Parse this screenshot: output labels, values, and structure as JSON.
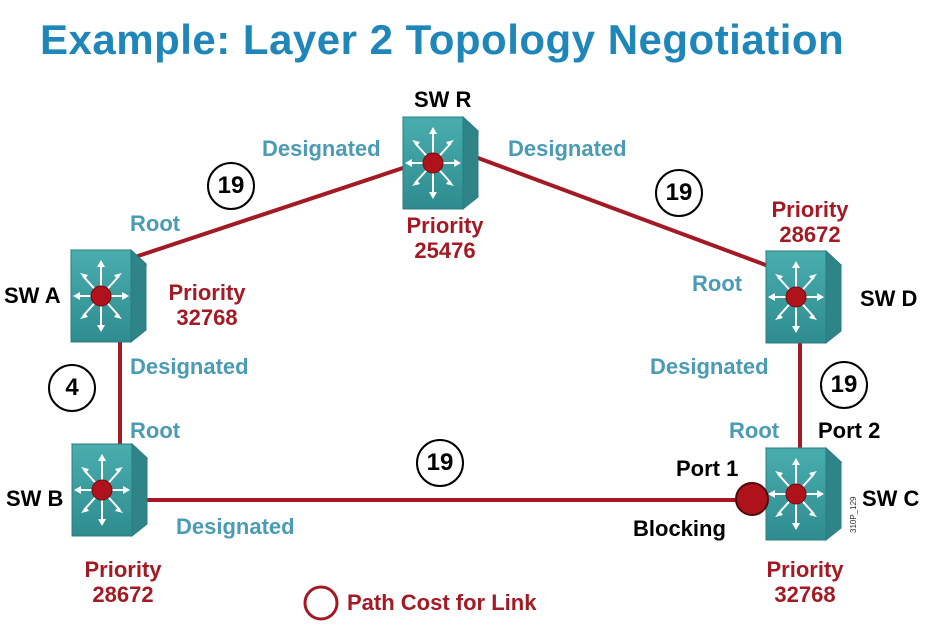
{
  "title": "Example: Layer 2 Topology Negotiation",
  "switches": {
    "r": {
      "name": "SW R",
      "priority_label": "Priority",
      "priority": "25476"
    },
    "a": {
      "name": "SW A",
      "priority_label": "Priority",
      "priority": "32768"
    },
    "b": {
      "name": "SW B",
      "priority_label": "Priority",
      "priority": "28672"
    },
    "c": {
      "name": "SW C",
      "priority_label": "Priority",
      "priority": "32768"
    },
    "d": {
      "name": "SW D",
      "priority_label": "Priority",
      "priority": "28672"
    }
  },
  "links": [
    {
      "from": "SW A",
      "to": "SW R",
      "cost": "19",
      "from_role": "Root",
      "to_role": "Designated"
    },
    {
      "from": "SW R",
      "to": "SW D",
      "cost": "19",
      "from_role": "Designated",
      "to_role": "Root"
    },
    {
      "from": "SW A",
      "to": "SW B",
      "cost": "4",
      "from_role": "Designated",
      "to_role": "Root"
    },
    {
      "from": "SW D",
      "to": "SW C",
      "cost": "19",
      "from_role": "Designated",
      "to_role": "Root"
    },
    {
      "from": "SW B",
      "to": "SW C",
      "cost": "19",
      "from_role": "Designated",
      "to_role": "Blocking"
    }
  ],
  "ports": {
    "port1": "Port 1",
    "port2": "Port 2",
    "blocking": "Blocking"
  },
  "legend": "Path Cost for Link",
  "figure_id": "310P_129",
  "colors": {
    "title": "#1f86b9",
    "port_role": "#4a9bb3",
    "priority": "#a31a25",
    "link": "#a31a25",
    "switch": "#3aa6a8"
  }
}
